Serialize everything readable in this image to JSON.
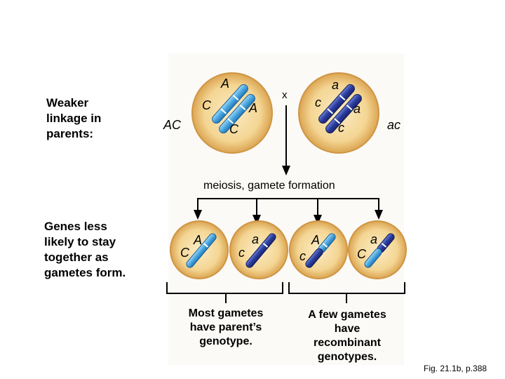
{
  "left_labels": {
    "parents": "Weaker linkage  in parents:",
    "gametes": "Genes less likely to stay together as gametes form."
  },
  "parents": {
    "left_genotype": "AC",
    "right_genotype": "ac",
    "cross_symbol": "x",
    "left_alleles": {
      "top_a": "A",
      "top_c": "C",
      "bottom_a": "A",
      "bottom_c": "C"
    },
    "right_alleles": {
      "top_a": "a",
      "top_c": "c",
      "bottom_a": "a",
      "bottom_c": "c"
    }
  },
  "process_label": "meiosis, gamete formation",
  "gametes": [
    {
      "a": "A",
      "c": "C"
    },
    {
      "a": "a",
      "c": "c"
    },
    {
      "a": "A",
      "c": "c"
    },
    {
      "a": "a",
      "c": "C"
    }
  ],
  "captions": {
    "parental": "Most gametes have parent’s genotype.",
    "recombinant": "A few gametes have recombinant genotypes."
  },
  "figure_ref": "Fig. 21.1b, p.388",
  "colors": {
    "cell_fill": "#f4d694",
    "cell_rim": "#d9a24a",
    "light_chromosome": "#4aa7e0",
    "dark_chromosome": "#2b3d9e"
  }
}
